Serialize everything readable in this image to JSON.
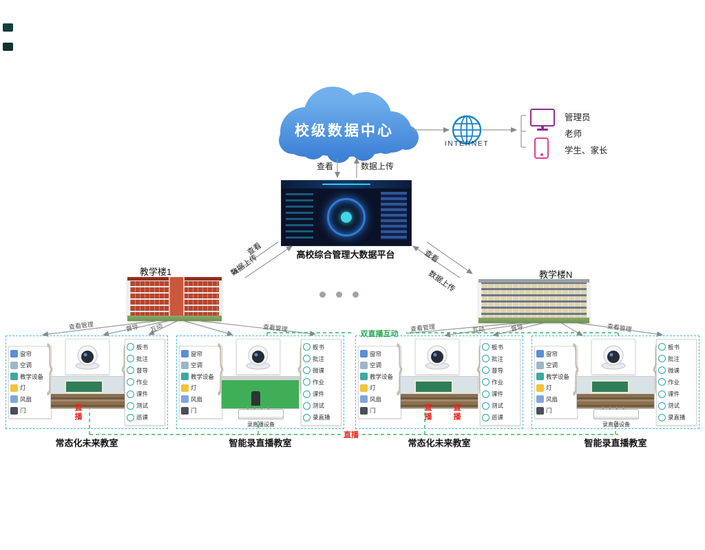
{
  "cloud": {
    "label": "校级数据中心"
  },
  "internet": {
    "label": "INTERNET"
  },
  "users": {
    "items": [
      "管理员",
      "老师",
      "学生、家长"
    ]
  },
  "cloud_links": {
    "view": "查看",
    "upload": "数据上传"
  },
  "platform": {
    "caption": "高校综合管理大数据平台"
  },
  "building_links": {
    "view": "查看",
    "upload": "数据上传"
  },
  "buildings": {
    "left": "教学楼1",
    "right": "教学楼N"
  },
  "fan_labels": {
    "view_manage": "查看管理",
    "supervise": "督导",
    "interact": "互动"
  },
  "live": {
    "dual": "双直播互动",
    "stream": "直播"
  },
  "colors": {
    "cloud": "#4e92da",
    "internet": "#1a85c8",
    "admin_icon": "#8e2f8e",
    "phone_icon": "#e0418f",
    "cluster_border": "#43b9cf",
    "live_green": "#2ea84f",
    "live_red": "#e8271d"
  },
  "clusters": [
    {
      "title": "常态化未来教室",
      "photo": "classroom",
      "devices": [
        "窗帘",
        "空调",
        "教学设备",
        "灯",
        "风扇",
        "门"
      ],
      "functions": [
        "板书",
        "批注",
        "督导",
        "作业",
        "课件",
        "测试",
        "巡课"
      ],
      "live_labels": [
        "直播"
      ]
    },
    {
      "title": "智能录直播教室",
      "photo": "greenscreen",
      "devices": [
        "窗帘",
        "空调",
        "教学设备",
        "灯",
        "风扇",
        "门"
      ],
      "functions": [
        "板书",
        "批注",
        "微课",
        "作业",
        "课件",
        "测试",
        "录直播"
      ],
      "recorder": "录直播设备",
      "live_labels": []
    },
    {
      "title": "常态化未来教室",
      "photo": "classroom",
      "devices": [
        "窗帘",
        "空调",
        "教学设备",
        "灯",
        "风扇",
        "门"
      ],
      "functions": [
        "板书",
        "批注",
        "督导",
        "作业",
        "课件",
        "测试",
        "巡课"
      ],
      "live_labels": [
        "直播",
        "直播"
      ]
    },
    {
      "title": "智能录直播教室",
      "photo": "classroom",
      "devices": [
        "窗帘",
        "空调",
        "教学设备",
        "灯",
        "风扇",
        "门"
      ],
      "functions": [
        "板书",
        "批注",
        "微课",
        "作业",
        "课件",
        "测试",
        "录直播"
      ],
      "recorder": "录直播设备",
      "live_labels": []
    }
  ]
}
